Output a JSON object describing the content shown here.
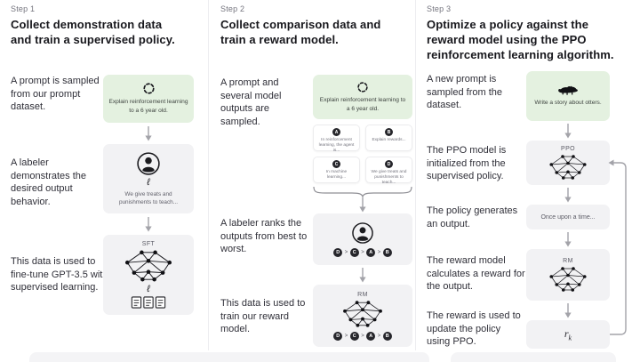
{
  "palette": {
    "page_bg": "#ffffff",
    "separator": "#ededf0",
    "green_box_bg": "#e4f1e0",
    "gray_box_bg": "#f2f2f4",
    "badge_bg": "#26262b",
    "arrow": "#a3a3a9",
    "step_label_color": "#74747e",
    "heading_color": "#17171c",
    "bottom_bar": "#f4f4f6"
  },
  "icons": {
    "pen_glyph": "ℓ"
  },
  "steps": [
    {
      "label": "Step 1",
      "heading": "Collect demonstration data and train a supervised policy.",
      "caption_prompt": "A prompt is sampled from our prompt dataset.",
      "caption_labeler": "A labeler demonstrates the desired output behavior.",
      "caption_train": "This data is used to fine-tune GPT-3.5 with supervised learning.",
      "prompt_text": "Explain reinforcement learning to a 6 year old.",
      "labeler_note": "We give treats and punishments to teach...",
      "model_label": "SFT"
    },
    {
      "label": "Step 2",
      "heading": "Collect comparison data and train a reward model.",
      "caption_prompt": "A prompt and several model outputs are sampled.",
      "caption_labeler": "A labeler ranks the outputs from best to worst.",
      "caption_train": "This data is used to train our reward model.",
      "prompt_text": "Explain reinforcement learning to a 6 year old.",
      "outputs": [
        {
          "badge": "A",
          "text": "In reinforcement learning, the agent is..."
        },
        {
          "badge": "B",
          "text": "Explain rewards..."
        },
        {
          "badge": "C",
          "text": "In machine learning..."
        },
        {
          "badge": "D",
          "text": "We give treats and punishments to teach..."
        }
      ],
      "ranking": {
        "items": [
          "D",
          "C",
          "A",
          "B"
        ],
        "separator": ">"
      },
      "model_label": "RM"
    },
    {
      "label": "Step 3",
      "heading": "Optimize a policy against the reward model using the PPO reinforcement learning algorithm.",
      "caption_prompt": "A new prompt is sampled from the dataset.",
      "caption_init": "The PPO model is initialized from the supervised policy.",
      "caption_output": "The policy generates an output.",
      "caption_reward": "The reward model calculates a reward for the output.",
      "caption_update": "The reward is used to update the policy using PPO.",
      "prompt_text": "Write a story about otters.",
      "ppo_label": "PPO",
      "output_text": "Once upon a time...",
      "rm_label": "RM",
      "reward_base": "r",
      "reward_sub": "k"
    }
  ]
}
